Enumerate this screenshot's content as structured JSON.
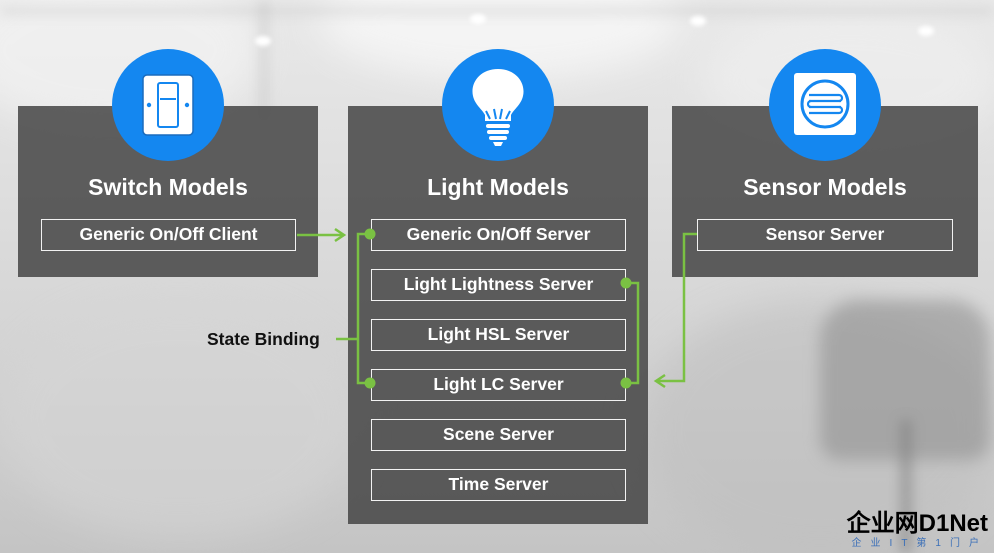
{
  "switch": {
    "title": "Switch Models",
    "items": [
      "Generic On/Off Client"
    ]
  },
  "light": {
    "title": "Light Models",
    "items": [
      "Generic On/Off Server",
      "Light Lightness Server",
      "Light HSL Server",
      "Light LC Server",
      "Scene Server",
      "Time Server"
    ]
  },
  "sensor": {
    "title": "Sensor Models",
    "items": [
      "Sensor Server"
    ]
  },
  "annotations": {
    "state_binding": "State Binding"
  },
  "icons": {
    "switch": "light-switch-icon",
    "light": "light-bulb-icon",
    "sensor": "sensor-icon"
  },
  "watermark": {
    "brand": "企业网D1Net",
    "tagline": "企业IT第1门户"
  },
  "colors": {
    "accent_blue": "#1487f0",
    "connector_green": "#7ac143",
    "panel_gray": "#464646"
  }
}
